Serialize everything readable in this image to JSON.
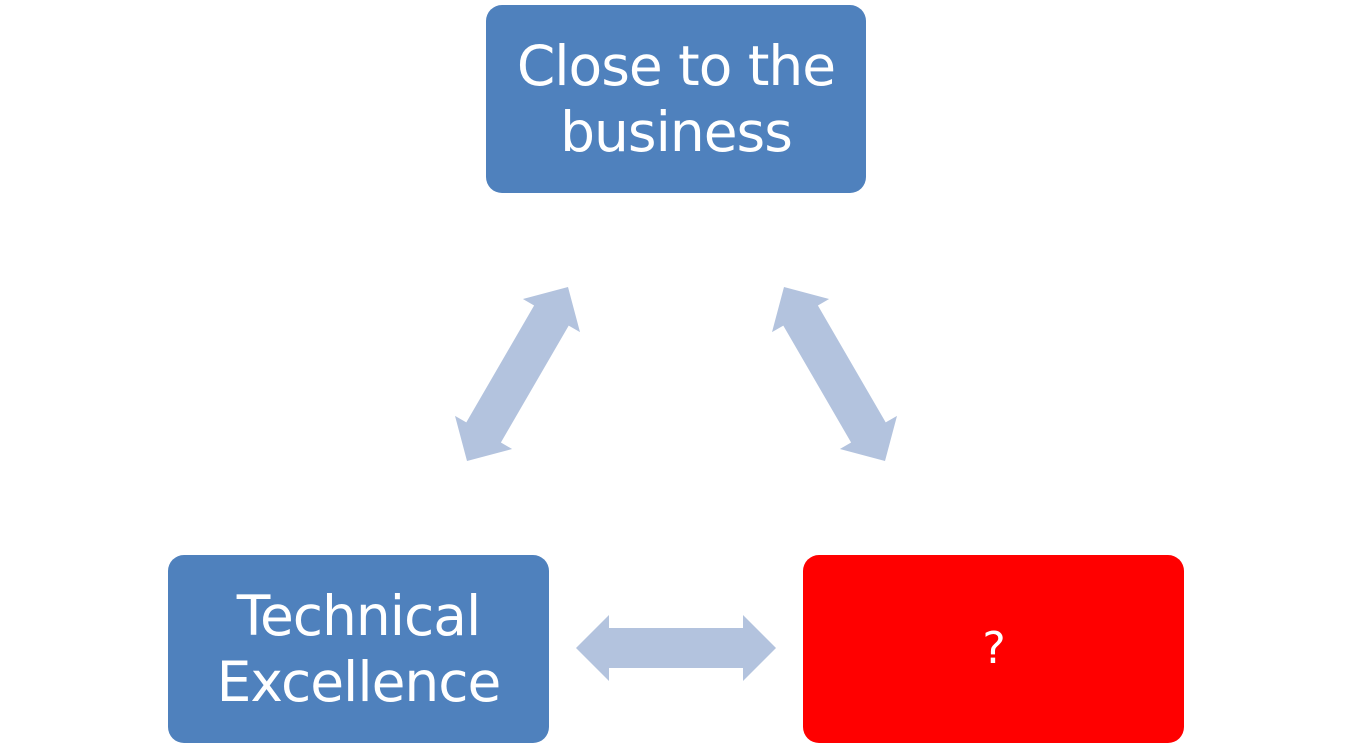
{
  "diagram": {
    "nodes": [
      {
        "id": "top",
        "label": "Close to the business",
        "lines": [
          "Close to the",
          "business"
        ],
        "color": "#4f81bd"
      },
      {
        "id": "left",
        "label": "Technical Excellence",
        "lines": [
          "Technical",
          "Excellence"
        ],
        "color": "#4f81bd"
      },
      {
        "id": "right",
        "label": "?",
        "lines": [
          "?"
        ],
        "color": "#ff0000"
      }
    ],
    "edges": [
      {
        "from": "left",
        "to": "top",
        "type": "bidirectional"
      },
      {
        "from": "top",
        "to": "right",
        "type": "bidirectional"
      },
      {
        "from": "left",
        "to": "right",
        "type": "bidirectional"
      }
    ],
    "arrow_color": "#b3c3de",
    "text_color": "#ffffff"
  }
}
